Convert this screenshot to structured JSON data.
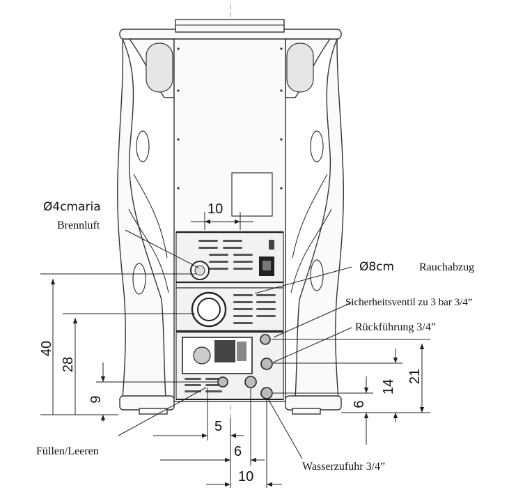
{
  "labels": {
    "air_diameter": "Ø4cmaria",
    "air_name": "Brennluft",
    "flue_diameter": "Ø8cm",
    "flue_name": "Rauchabzug",
    "safety_valve": "Sicherheitsventil zu 3 bar 3/4”",
    "return_line": "Rückführung 3/4”",
    "fill_drain": "Füllen/Leeren",
    "water_inlet": "Wasserzufuhr 3/4”"
  },
  "dimensions": {
    "top_width": "10",
    "left_40": "40",
    "left_28": "28",
    "left_9": "9",
    "bottom_5": "5",
    "bottom_6": "6",
    "bottom_10": "10",
    "right_6": "6",
    "right_14": "14",
    "right_21": "21"
  }
}
